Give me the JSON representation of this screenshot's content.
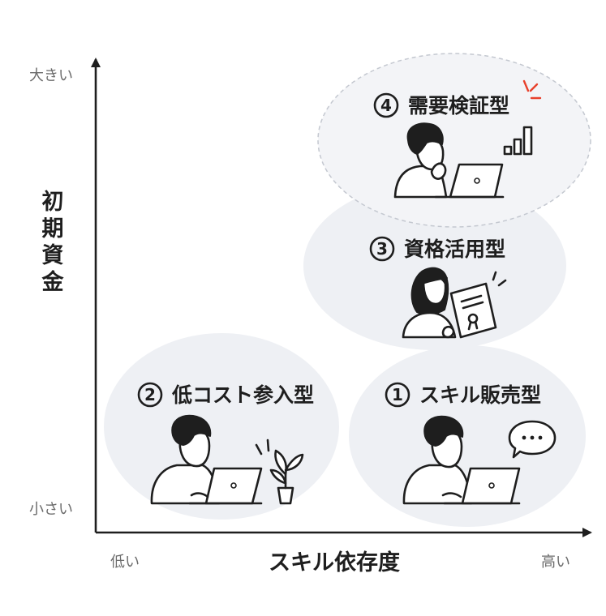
{
  "axes": {
    "y_title": "初期資金",
    "y_high": "大きい",
    "y_low": "小さい",
    "x_title": "スキル依存度",
    "x_low": "低い",
    "x_high": "高い"
  },
  "types": [
    {
      "num": "1",
      "label": "スキル販売型"
    },
    {
      "num": "2",
      "label": "低コスト参入型"
    },
    {
      "num": "3",
      "label": "資格活用型"
    },
    {
      "num": "4",
      "label": "需要検証型"
    }
  ],
  "colors": {
    "bubble": "#eef0f4",
    "ink": "#1e1e1e",
    "accent": "#e8412c",
    "tick_text": "#6b6b6b"
  },
  "icons": [
    "speech-bubble-icon",
    "plant-icon",
    "certificate-icon",
    "bar-chart-icon",
    "laptop-icon"
  ]
}
